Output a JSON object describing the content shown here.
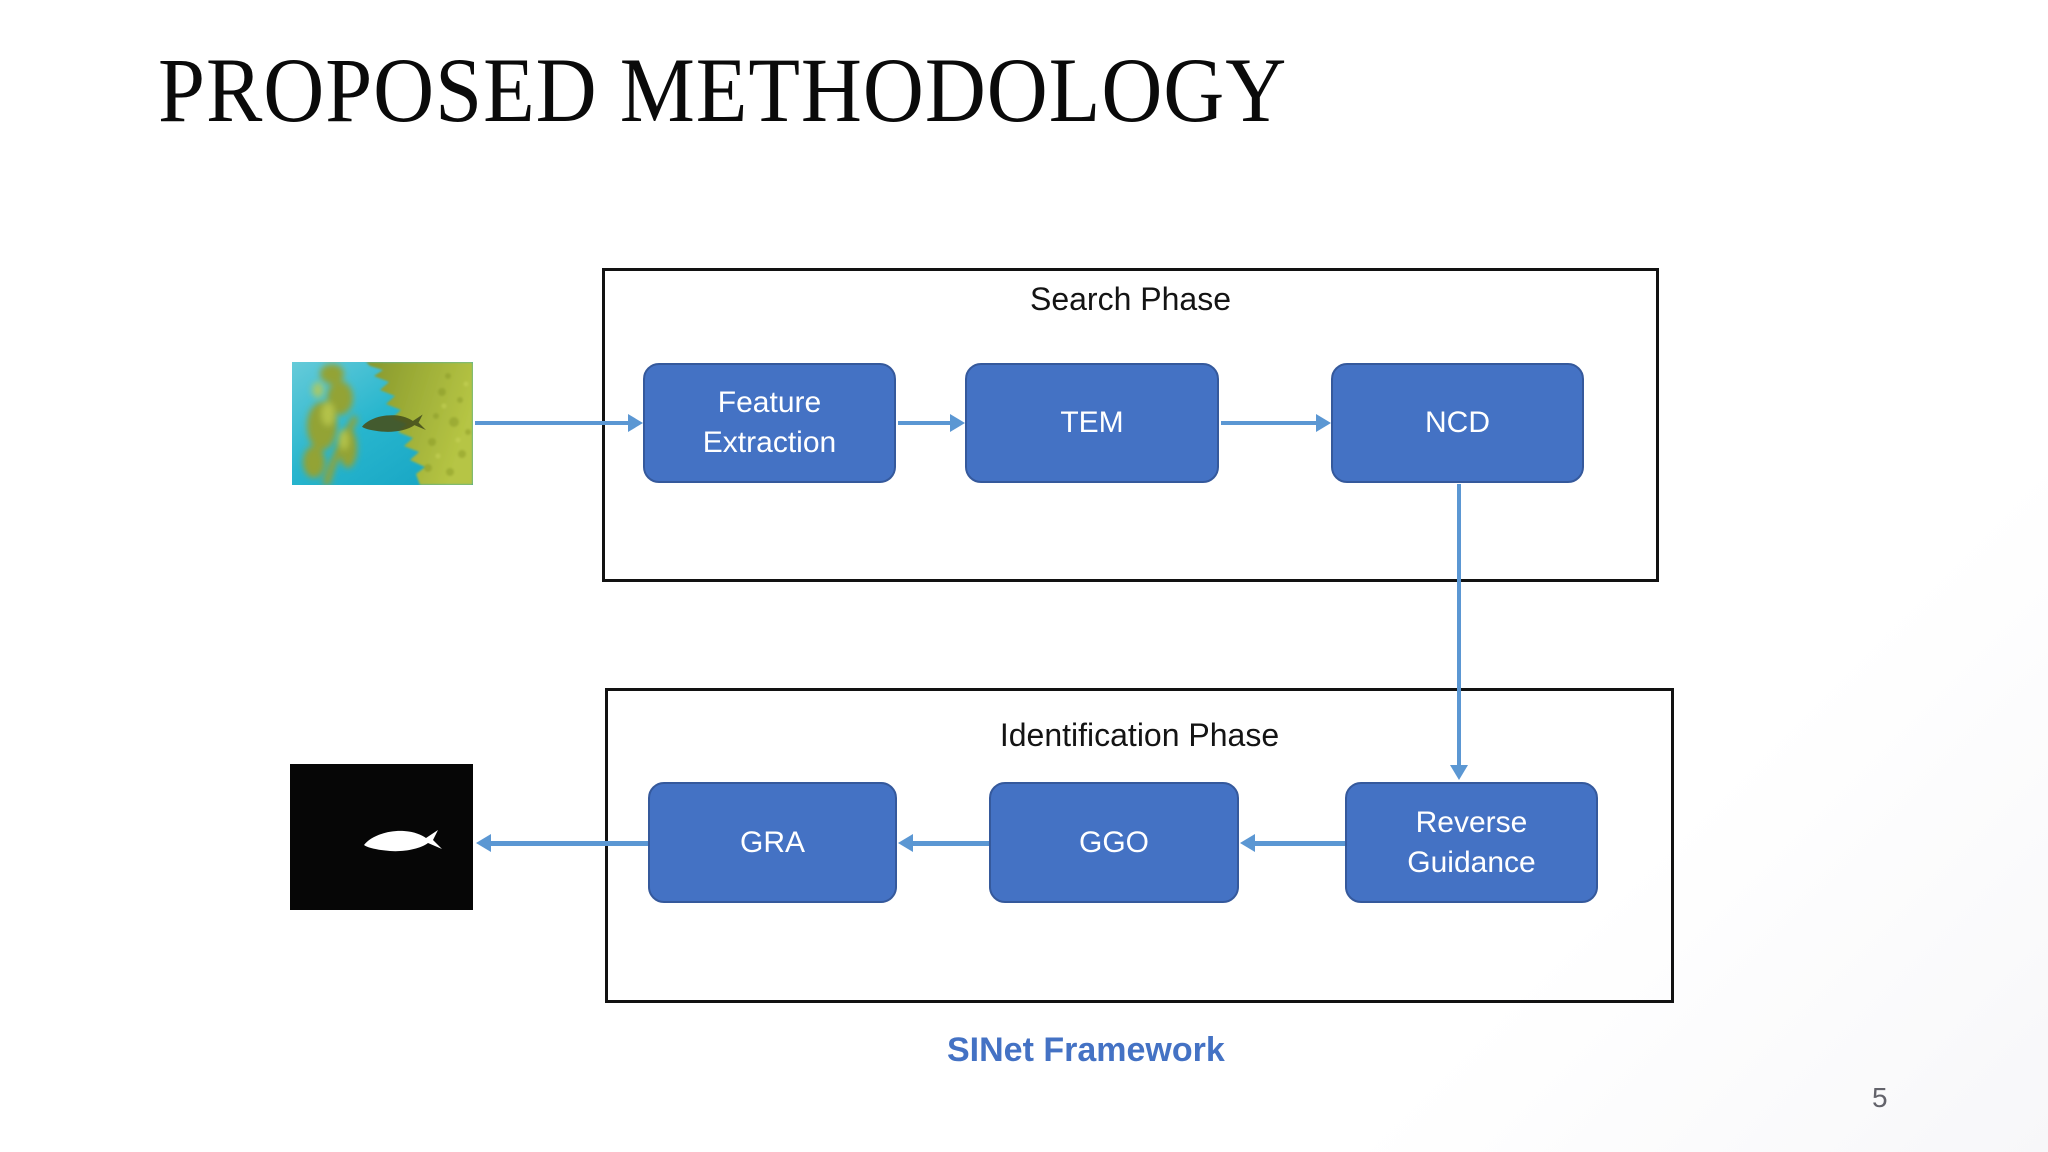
{
  "slide": {
    "title": "PROPOSED METHODOLOGY",
    "caption": "SINet Framework",
    "page_number": "5"
  },
  "diagram": {
    "search_phase": {
      "label": "Search Phase",
      "nodes": [
        {
          "id": "feature-extraction",
          "label": "Feature Extraction"
        },
        {
          "id": "tem",
          "label": "TEM"
        },
        {
          "id": "ncd",
          "label": "NCD"
        }
      ]
    },
    "identification_phase": {
      "label": "Identification Phase",
      "nodes": [
        {
          "id": "gra",
          "label": "GRA"
        },
        {
          "id": "ggo",
          "label": "GGO"
        },
        {
          "id": "reverse-guidance",
          "label": "Reverse Guidance"
        }
      ]
    },
    "images": {
      "input_image": "underwater-kelp-photo-with-camouflaged-fish",
      "output_image": "black-segmentation-mask-with-white-fish-silhouette"
    },
    "edges": [
      {
        "from": "input-image",
        "to": "feature-extraction"
      },
      {
        "from": "feature-extraction",
        "to": "tem"
      },
      {
        "from": "tem",
        "to": "ncd"
      },
      {
        "from": "ncd",
        "to": "reverse-guidance"
      },
      {
        "from": "reverse-guidance",
        "to": "ggo"
      },
      {
        "from": "ggo",
        "to": "gra"
      },
      {
        "from": "gra",
        "to": "output-image"
      }
    ],
    "colors": {
      "node_fill": "#4472c4",
      "node_border": "#35599c",
      "arrow": "#5b97d3",
      "phase_border": "#121212",
      "caption_text": "#4472c4",
      "page_number_text": "#63636b"
    }
  }
}
